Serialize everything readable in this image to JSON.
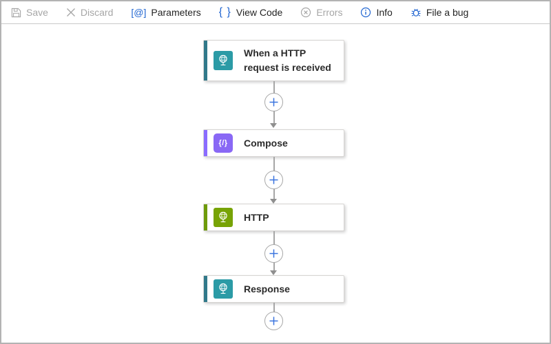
{
  "toolbar": {
    "items": [
      {
        "label": "Save",
        "icon": "save-icon",
        "disabled": true
      },
      {
        "label": "Discard",
        "icon": "discard-icon",
        "disabled": true
      },
      {
        "label": "Parameters",
        "icon": "at-brackets-icon",
        "glyph": "[@]",
        "disabled": false
      },
      {
        "label": "View Code",
        "icon": "code-braces-icon",
        "glyph": "{ }",
        "disabled": false
      },
      {
        "label": "Errors",
        "icon": "error-circle-icon",
        "disabled": true
      },
      {
        "label": "Info",
        "icon": "info-circle-icon",
        "disabled": false
      },
      {
        "label": "File a bug",
        "icon": "bug-icon",
        "disabled": false
      }
    ]
  },
  "workflow": {
    "nodes": [
      {
        "label": "When a HTTP request is received",
        "accent_color": "#31798a",
        "icon_color": "#2b9ba6",
        "icon": "globe-network-icon"
      },
      {
        "label": "Compose",
        "accent_color": "#8a6cff",
        "icon_color": "#8968f5",
        "icon": "compose-braces-icon",
        "icon_glyph": "{/}"
      },
      {
        "label": "HTTP",
        "accent_color": "#6e9b0a",
        "icon_color": "#77a305",
        "icon": "globe-network-icon"
      },
      {
        "label": "Response",
        "accent_color": "#31798a",
        "icon_color": "#2b9ba6",
        "icon": "globe-network-icon"
      }
    ],
    "insert_step_buttons": 4
  },
  "colors": {
    "toolbar_icon_blue": "#2065d1",
    "toolbar_text": "#242424",
    "toolbar_disabled": "#a6a6a6",
    "plus_blue": "#3973de",
    "connector_gray": "#a6a6a6",
    "card_border": "#d6d4d2",
    "window_border": "#b3b3b3"
  }
}
